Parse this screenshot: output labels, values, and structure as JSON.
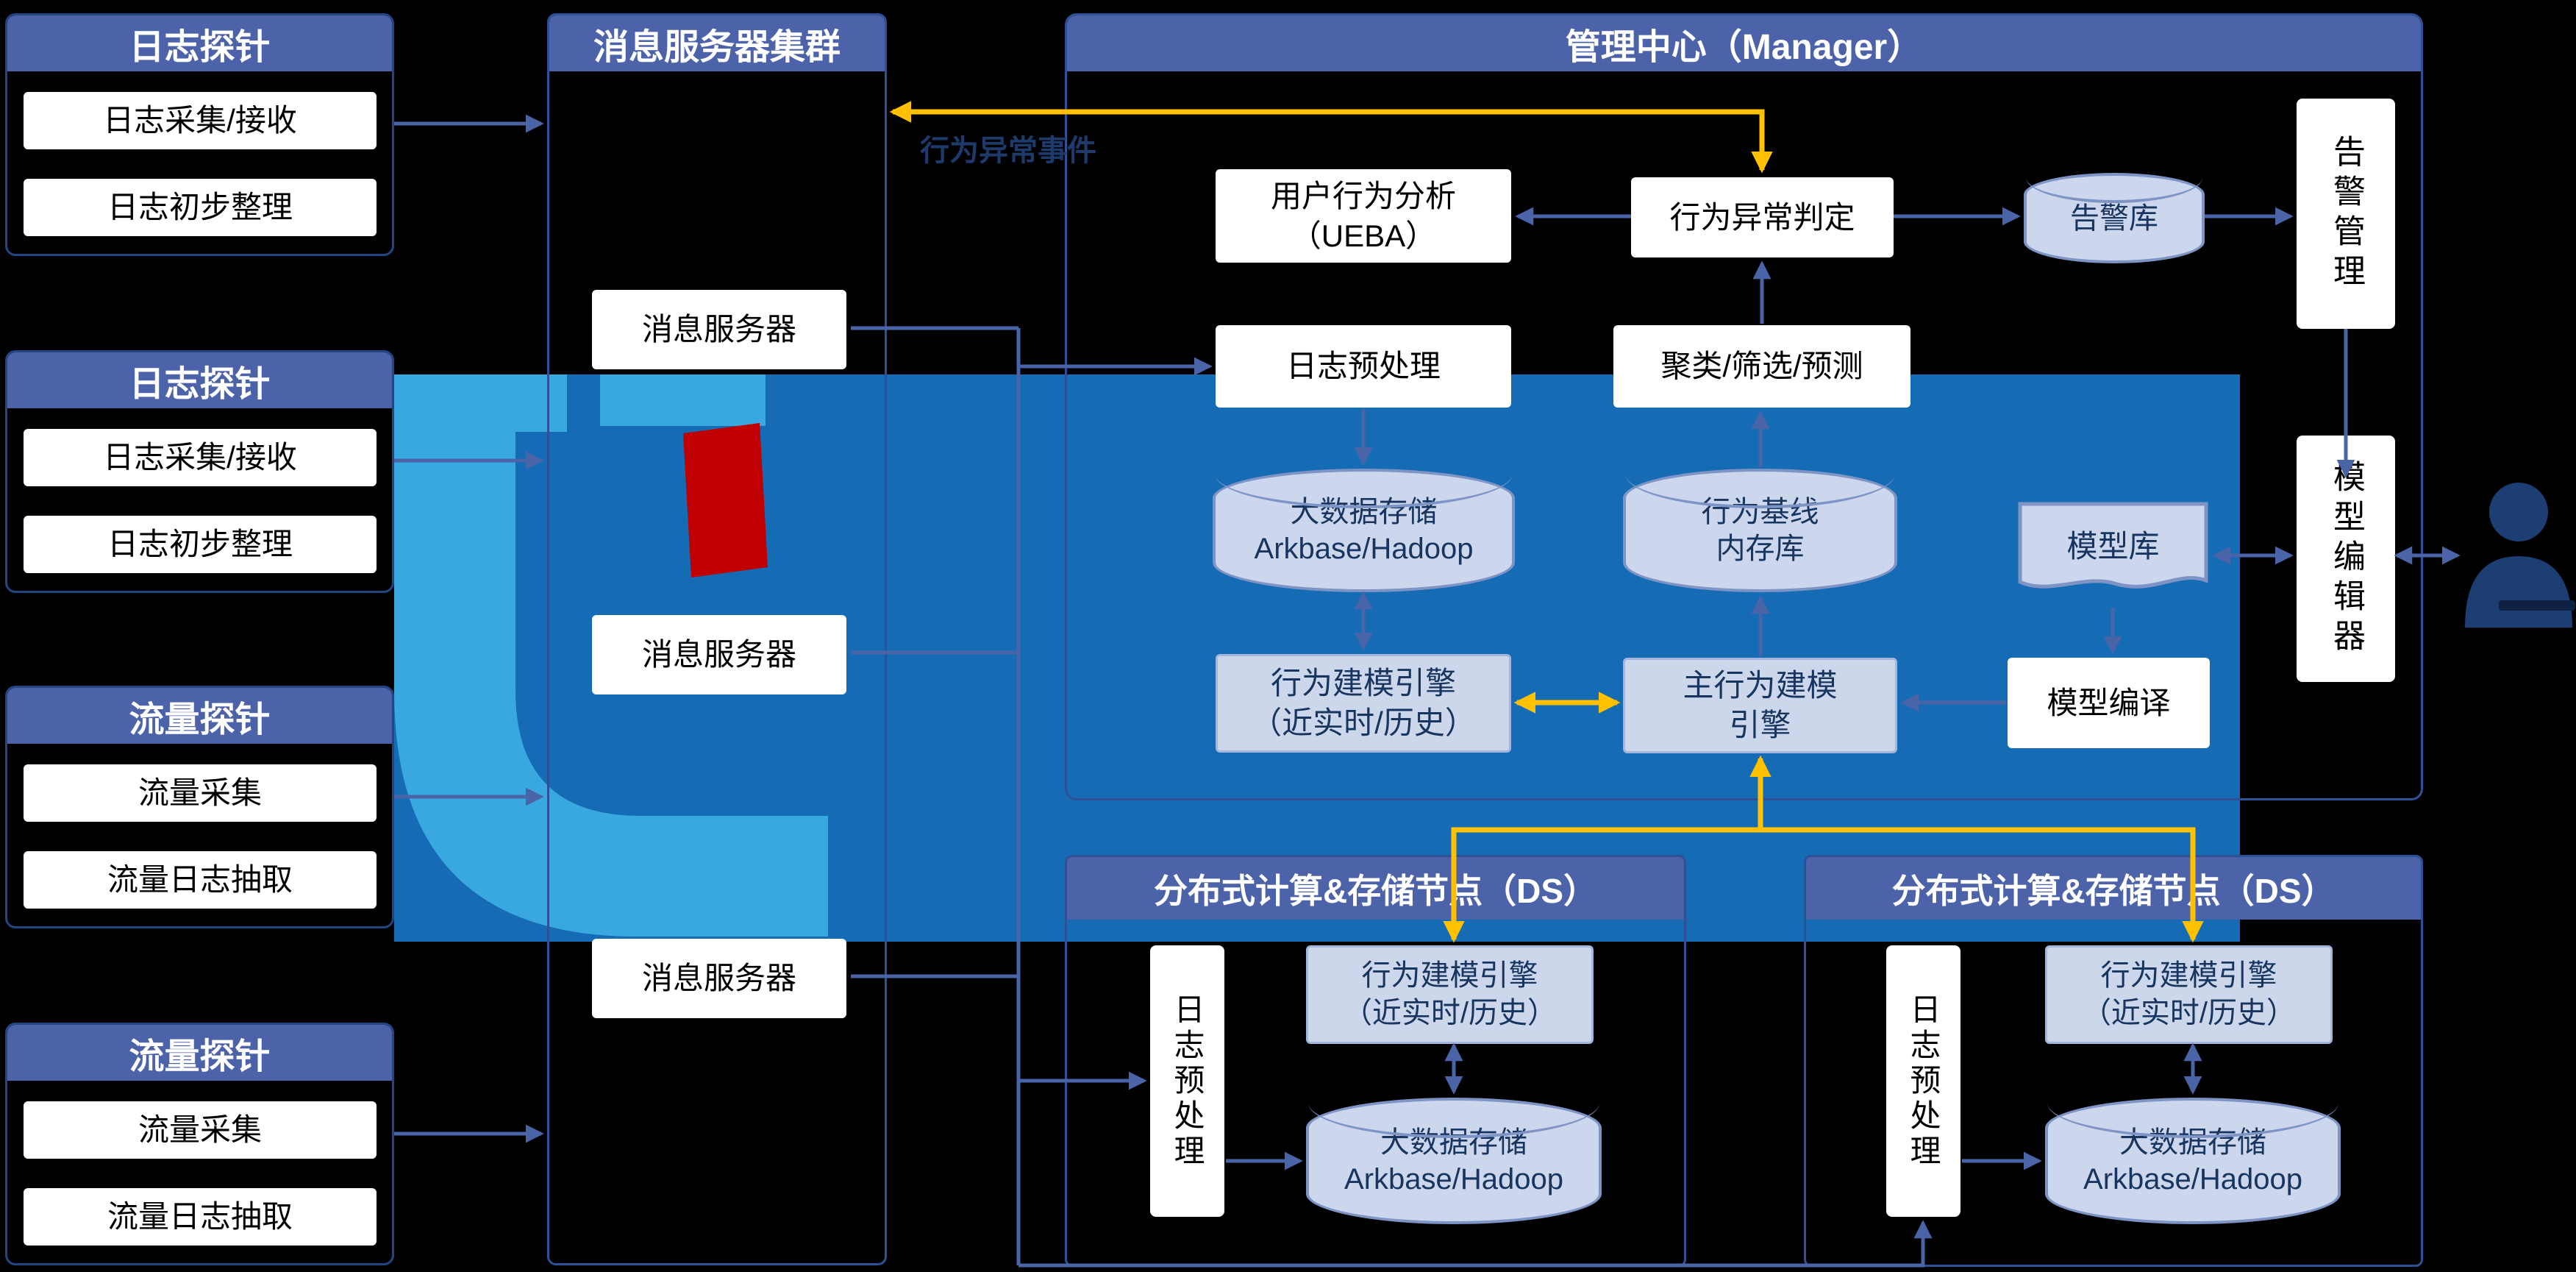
{
  "labels": {
    "behavior_anomaly_event": "行为异常事件"
  },
  "probes": [
    {
      "title": "日志探针",
      "items": [
        "日志采集/接收",
        "日志初步整理"
      ]
    },
    {
      "title": "日志探针",
      "items": [
        "日志采集/接收",
        "日志初步整理"
      ]
    },
    {
      "title": "流量探针",
      "items": [
        "流量采集",
        "流量日志抽取"
      ]
    },
    {
      "title": "流量探针",
      "items": [
        "流量采集",
        "流量日志抽取"
      ]
    }
  ],
  "cluster": {
    "title": "消息服务器集群",
    "servers": [
      "消息服务器",
      "消息服务器",
      "消息服务器"
    ]
  },
  "manager": {
    "title": "管理中心（Manager）",
    "ueba": "用户行为分析\n（UEBA）",
    "anomaly_judgment": "行为异常判定",
    "alert_db": "告警库",
    "alert_management": "告警管理",
    "log_preprocessing": "日志预处理",
    "clustering": "聚类/筛选/预测",
    "bigdata_storage": "大数据存储\nArkbase/Hadoop",
    "behavior_baseline": "行为基线\n内存库",
    "model_db": "模型库",
    "model_editor": "模型编辑器",
    "behavior_engine": "行为建模引擎\n（近实时/历史）",
    "main_engine": "主行为建模\n引擎",
    "model_compile": "模型编译"
  },
  "ds_nodes": [
    {
      "title": "分布式计算&存储节点（DS）",
      "log_preprocessing": "日志预处理",
      "engine": "行为建模引擎\n（近实时/历史）",
      "storage": "大数据存储\nArkbase/Hadoop"
    },
    {
      "title": "分布式计算&存储节点（DS）",
      "log_preprocessing": "日志预处理",
      "engine": "行为建模引擎\n（近实时/历史）",
      "storage": "大数据存储\nArkbase/Hadoop"
    }
  ],
  "colors": {
    "header_blue": "#4d63a9",
    "band_blue": "#166bb5",
    "arrow_blue": "#4a64a8",
    "arrow_yellow": "#ffc000",
    "box_light": "#ccd6ec",
    "logo_blue": "#3aa8e0",
    "logo_red": "#c00000"
  }
}
